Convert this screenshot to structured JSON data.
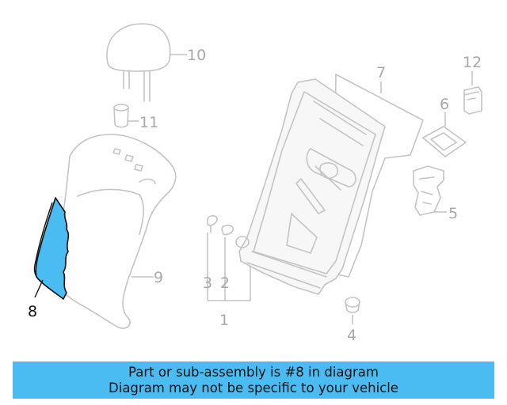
{
  "diagram": {
    "callouts": {
      "c1": "1",
      "c2": "2",
      "c3": "3",
      "c4": "4",
      "c5": "5",
      "c6": "6",
      "c7": "7",
      "c8": "8",
      "c9": "9",
      "c10": "10",
      "c11": "11",
      "c12": "12"
    },
    "highlighted_part": "8",
    "highlight_color": "#4bbcf2",
    "line_color": "#c4c4c4"
  },
  "banner": {
    "line1": "Part or sub-assembly is #8 in diagram",
    "line2": "Diagram may not be specific to your vehicle",
    "background": "#4bbcf2"
  }
}
